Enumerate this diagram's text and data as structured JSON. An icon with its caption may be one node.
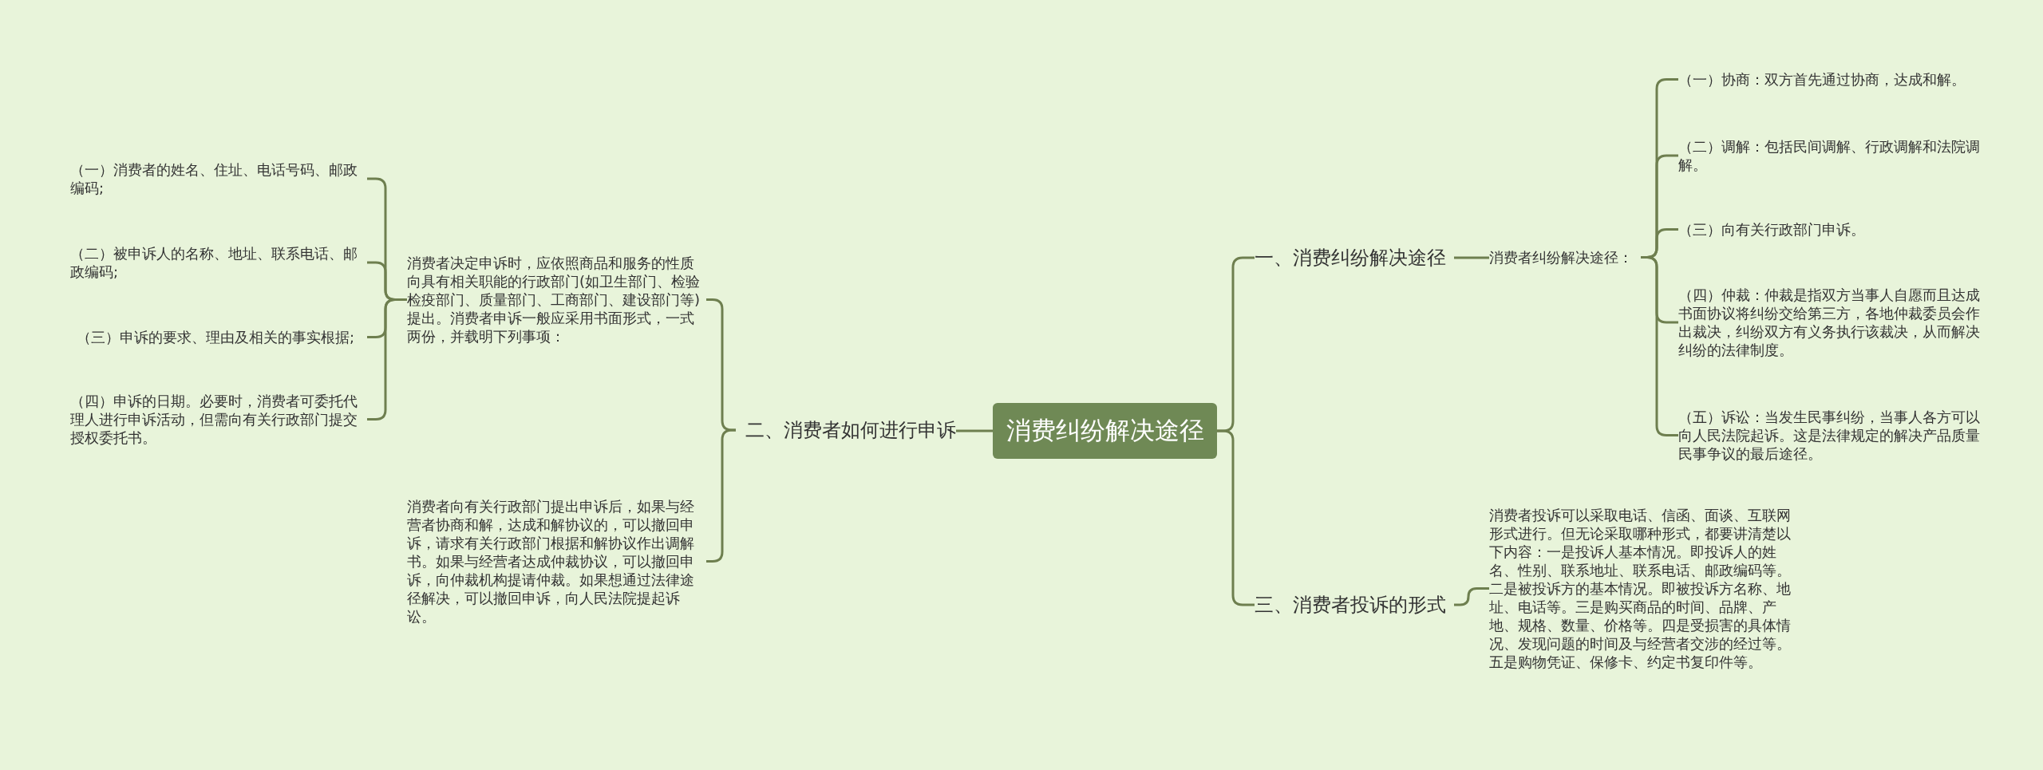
{
  "diagram": {
    "nodes": [
      {
        "text": [
          "消费纠纷解决途径"
        ]
      },
      {
        "text": [
          "一、消费纠纷解决途径"
        ]
      },
      {
        "text": [
          "消费者纠纷解决途径："
        ]
      },
      {
        "text": [
          "（一）协商：双方首先通过协商，达成和解。"
        ]
      },
      {
        "text": [
          "（二）调解：包括民间调解、行政调解和法院调解。"
        ]
      },
      {
        "text": [
          "（三）向有关行政部门申诉。"
        ]
      },
      {
        "text": [
          "（四）仲裁：仲裁是指双方当事人自愿而且达成书面协议将纠纷交给第三方，各地仲裁委员会作出裁决，纠纷双方有义务执行该裁决，从而解决纠纷的法律制度。"
        ]
      },
      {
        "text": [
          "（五）诉讼：当发生民事纠纷，当事人各方可以向人民法院起诉。这是法律规定的解决产品质量民事争议的最后途径。"
        ]
      },
      {
        "text": [
          "二、消费者如何进行申诉"
        ]
      },
      {
        "text": [
          "消费者决定申诉时，应依照商品和服务的性质向具有相关职能的行政部门(如卫生部门、检验检疫部门、质量部门、工商部门、建设部门等)提出。消费者申诉一般应采用书面形式，一式两份，并载明下列事项："
        ]
      },
      {
        "text": [
          "（一）消费者的姓名、住址、电话号码、邮政编码;"
        ]
      },
      {
        "text": [
          "（二）被申诉人的名称、地址、联系电话、邮政编码;"
        ]
      },
      {
        "text": [
          "（三）申诉的要求、理由及相关的事实根据;"
        ]
      },
      {
        "text": [
          "（四）申诉的日期。必要时，消费者可委托代理人进行申诉活动，但需向有关行政部门提交授权委托书。"
        ]
      },
      {
        "text": [
          "消费者向有关行政部门提出申诉后，如果与经营者协商和解，达成和解协议的，可以撤回申诉，请求有关行政部门根据和解协议作出调解书。如果与经营者达成仲裁协议，可以撤回申诉，向仲裁机构提请仲裁。如果想通过法律途径解决，可以撤回申诉，向人民法院提起诉讼。"
        ]
      },
      {
        "text": [
          "三、消费者投诉的形式"
        ]
      },
      {
        "text": [
          "消费者投诉可以采取电话、信函、面谈、互联网形式进行。但无论采取哪种形式，都要讲清楚以下内容：一是投诉人基本情况。即投诉人的姓名、性别、联系地址、联系电话、邮政编码等。二是被投诉方的基本情况。即被投诉方名称、地址、电话等。三是购买商品的时间、品牌、产地、规格、数量、价格等。四是受损害的具体情况、发现问题的时间及与经营者交涉的经过等。五是购物凭证、保修卡、约定书复印件等。"
        ]
      }
    ],
    "edges": [
      {
        "from": 0,
        "to": 1,
        "arrow": "none"
      },
      {
        "from": 1,
        "to": 2,
        "arrow": "none"
      },
      {
        "from": 2,
        "to": 3,
        "arrow": "none"
      },
      {
        "from": 2,
        "to": 4,
        "arrow": "none"
      },
      {
        "from": 2,
        "to": 5,
        "arrow": "none"
      },
      {
        "from": 2,
        "to": 6,
        "arrow": "none"
      },
      {
        "from": 2,
        "to": 7,
        "arrow": "none"
      },
      {
        "from": 0,
        "to": 8,
        "arrow": "none"
      },
      {
        "from": 8,
        "to": 9,
        "arrow": "none"
      },
      {
        "from": 9,
        "to": 10,
        "arrow": "none"
      },
      {
        "from": 9,
        "to": 11,
        "arrow": "none"
      },
      {
        "from": 9,
        "to": 12,
        "arrow": "none"
      },
      {
        "from": 9,
        "to": 13,
        "arrow": "none"
      },
      {
        "from": 8,
        "to": 14,
        "arrow": "none"
      },
      {
        "from": 0,
        "to": 15,
        "arrow": "none"
      },
      {
        "from": 15,
        "to": 16,
        "arrow": "none"
      }
    ]
  }
}
